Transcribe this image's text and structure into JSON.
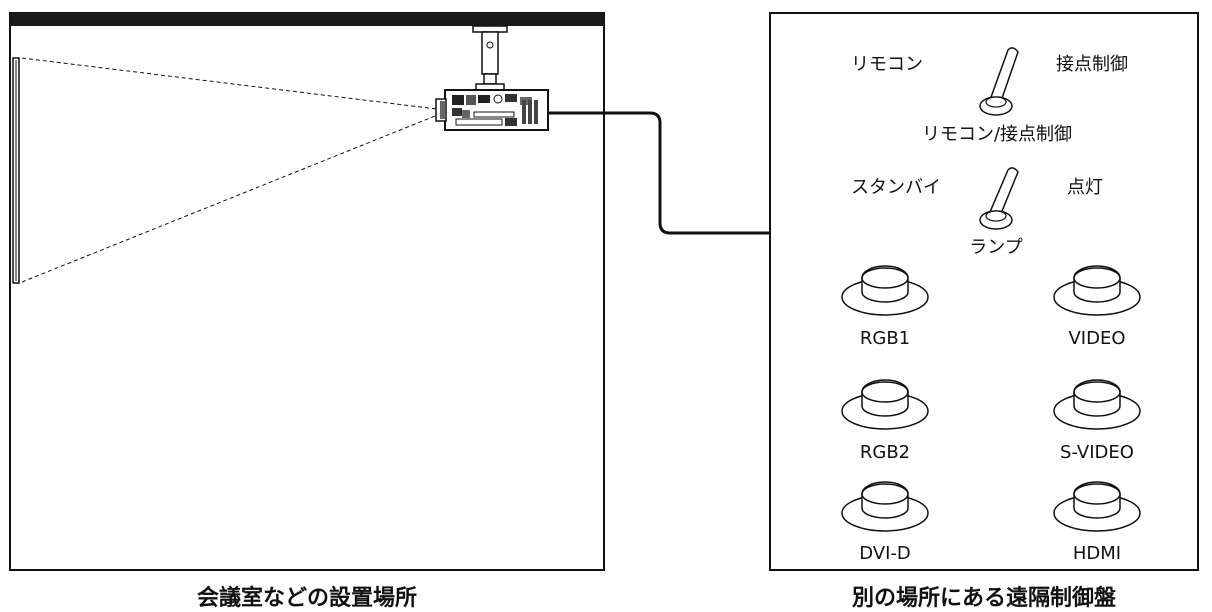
{
  "captions": {
    "room": "会議室などの設置場所",
    "remote_panel": "別の場所にある遠隔制御盤"
  },
  "switches": {
    "remote": {
      "left_label": "リモコン",
      "right_label": "接点制御",
      "name_label": "リモコン/接点制御"
    },
    "lamp": {
      "left_label": "スタンバイ",
      "right_label": "点灯",
      "name_label": "ランプ"
    }
  },
  "buttons": [
    "RGB1",
    "VIDEO",
    "RGB2",
    "S-VIDEO",
    "DVI-D",
    "HDMI"
  ]
}
